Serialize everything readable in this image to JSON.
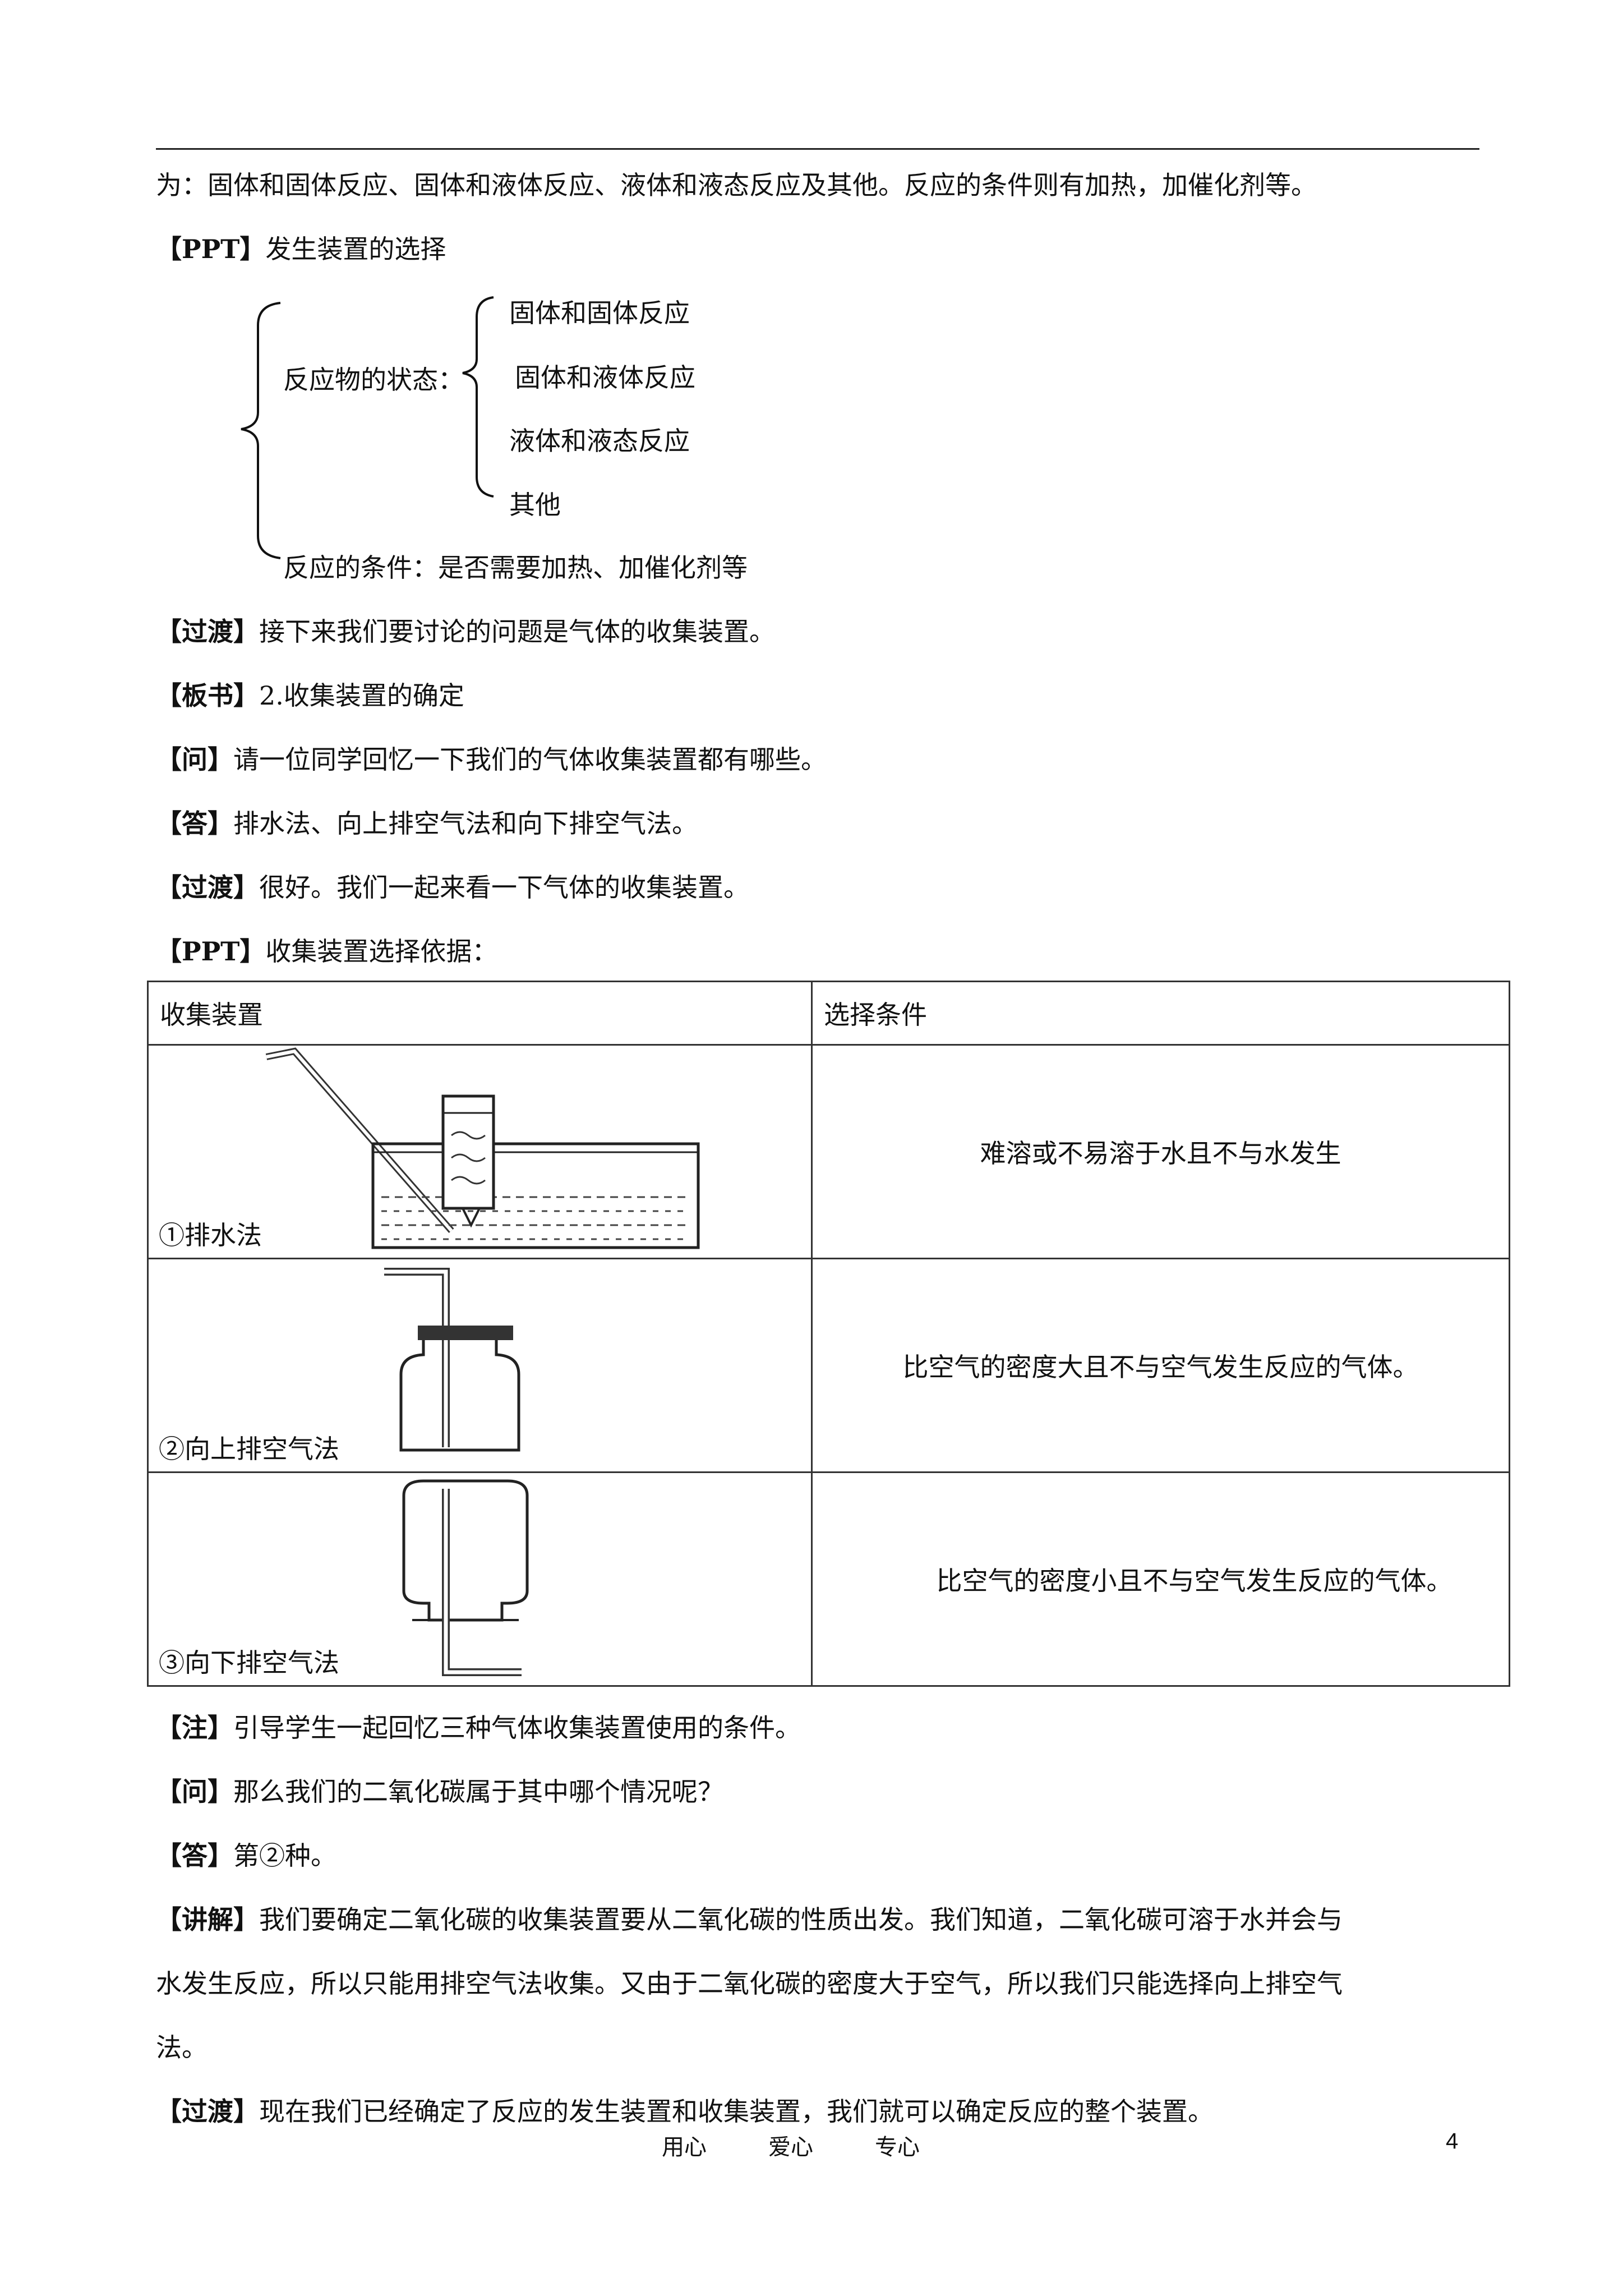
{
  "paragraphs": {
    "p1": "为：固体和固体反应、固体和液体反应、液体和液态反应及其他。反应的条件则有加热，加催化剂等。",
    "p2_tag": "【PPT】",
    "p2_text": "发生装置的选择"
  },
  "tree": {
    "state_label": "反应物的状态：",
    "items": [
      "固体和固体反应",
      "固体和液体反应",
      "液体和液态反应",
      "其他"
    ],
    "condition_label": "反应的条件：是否需要加热、加催化剂等"
  },
  "dialogue": [
    {
      "tag": "【过渡】",
      "text": "接下来我们要讨论的问题是气体的收集装置。"
    },
    {
      "tag": "【板书】",
      "text": "2.收集装置的确定"
    },
    {
      "tag": "【问】",
      "text": "请一位同学回忆一下我们的气体收集装置都有哪些。"
    },
    {
      "tag": "【答】",
      "text": "排水法、向上排空气法和向下排空气法。"
    },
    {
      "tag": "【过渡】",
      "text": "很好。我们一起来看一下气体的收集装置。"
    },
    {
      "tag": "【PPT】",
      "text": "收集装置选择依据："
    }
  ],
  "table": {
    "headers": [
      "收集装置",
      "选择条件"
    ],
    "rows": [
      {
        "device": "①排水法",
        "condition": "难溶或不易溶于水且不与水发生"
      },
      {
        "device": "②向上排空气法",
        "condition": "比空气的密度大且不与空气发生反应的气体。"
      },
      {
        "device": "③向下排空气法",
        "condition": "比空气的密度小且不与空气发生反应的气体。"
      }
    ]
  },
  "after": [
    {
      "tag": "【注】",
      "text": "引导学生一起回忆三种气体收集装置使用的条件。"
    },
    {
      "tag": "【问】",
      "text": "那么我们的二氧化碳属于其中哪个情况呢？"
    },
    {
      "tag": "【答】",
      "text": "第②种。"
    },
    {
      "tag": "【讲解】",
      "text": "我们要确定二氧化碳的收集装置要从二氧化碳的性质出发。我们知道，二氧化碳可溶于水并会与"
    },
    {
      "tag": "",
      "text": "水发生反应，所以只能用排空气法收集。又由于二氧化碳的密度大于空气，所以我们只能选择向上排空气"
    },
    {
      "tag": "",
      "text": "法。"
    },
    {
      "tag": "【过渡】",
      "text": "现在我们已经确定了反应的发生装置和收集装置，我们就可以确定反应的整个装置。"
    }
  ],
  "footer": {
    "words": [
      "用心",
      "爱心",
      "专心"
    ],
    "page": "4"
  }
}
